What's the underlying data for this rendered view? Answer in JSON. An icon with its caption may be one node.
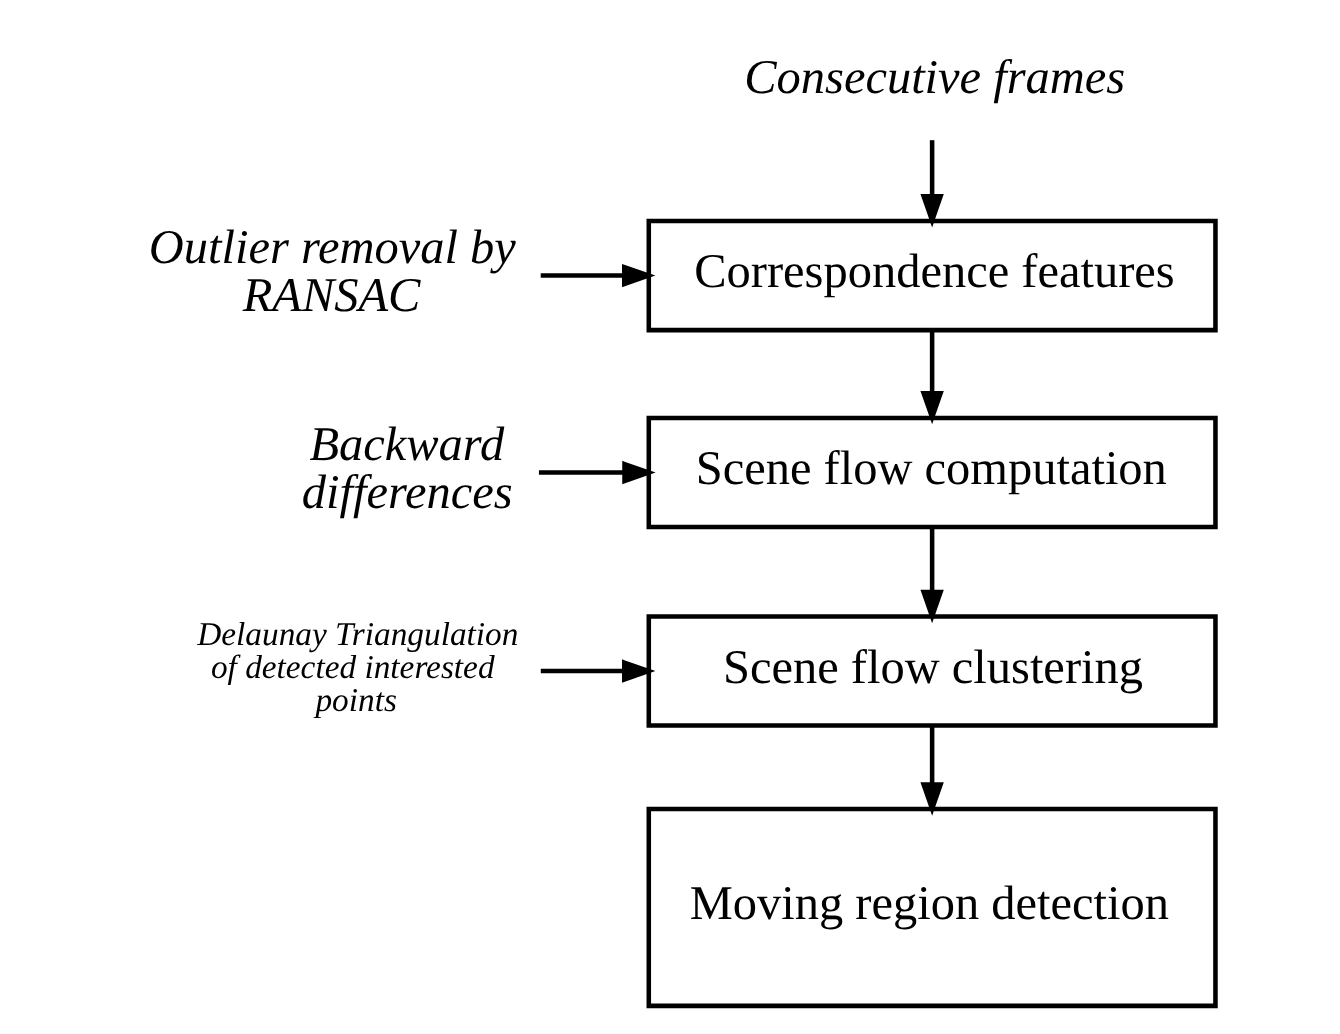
{
  "diagram": {
    "nodes": [
      {
        "text": [
          "Consecutive frames"
        ]
      },
      {
        "text": [
          "Outlier removal by RANSAC"
        ]
      },
      {
        "text": [
          "Correspondence features"
        ]
      },
      {
        "text": [
          "Backward differences"
        ]
      },
      {
        "text": [
          "Scene flow computation"
        ]
      },
      {
        "text": [
          "Delaunay Triangulation of detected interested points"
        ]
      },
      {
        "text": [
          "Scene flow clustering"
        ]
      },
      {
        "text": [
          "Moving region detection"
        ]
      }
    ],
    "edges": [
      {
        "from": 0,
        "to": 2,
        "arrow": "to"
      },
      {
        "from": 1,
        "to": 2,
        "arrow": "to"
      },
      {
        "from": 2,
        "to": 4,
        "arrow": "to"
      },
      {
        "from": 3,
        "to": 4,
        "arrow": "to"
      },
      {
        "from": 4,
        "to": 6,
        "arrow": "to"
      },
      {
        "from": 5,
        "to": 6,
        "arrow": "to"
      },
      {
        "from": 6,
        "to": 7,
        "arrow": "to"
      }
    ]
  }
}
